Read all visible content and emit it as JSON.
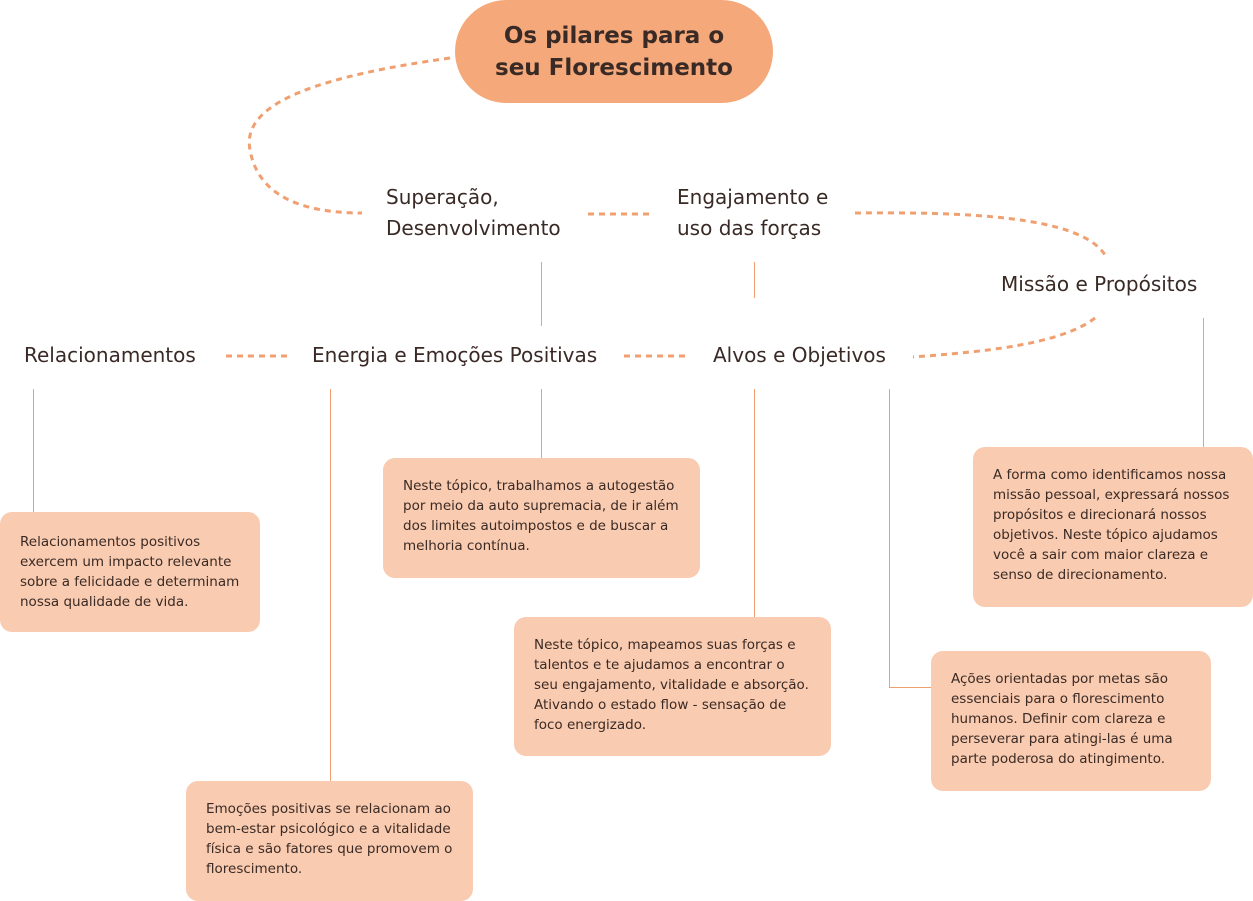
{
  "title": "Os pilares para o\nseu Florescimento",
  "pillars": {
    "superacao": "Superação,\nDesenvolvimento",
    "engajamento": "Engajamento e\nuso das forças",
    "missao": "Missão e Propósitos",
    "relacionamentos": "Relacionamentos",
    "energia": "Energia e Emoções Positivas",
    "alvos": "Alvos e Objetivos"
  },
  "descriptions": {
    "relacionamentos": "Relacionamentos positivos exercem um impacto relevante sobre a felicidade e determinam nossa qualidade de vida.",
    "superacao": "Neste tópico, trabalhamos a autogestão por meio da auto supremacia, de ir além dos limites autoimpostos e de buscar a melhoria contínua.",
    "engajamento": "Neste tópico, mapeamos suas forças e talentos e te ajudamos a encontrar o seu engajamento, vitalidade e absorção. Ativando o estado flow - sensação de foco energizado.",
    "alvos": "Ações orientadas por metas são essenciais para o florescimento humanos. Definir com clareza e perseverar para atingi-las é uma parte poderosa do atingimento.",
    "missao": "A forma como identificamos nossa missão pessoal, expressará nossos propósitos e direcionará nossos objetivos. Neste tópico ajudamos você a sair com maior clareza e senso de direcionamento.",
    "energia": "Emoções positivas se relacionam ao bem-estar psicológico e a vitalidade física e são fatores que promovem o florescimento."
  },
  "colors": {
    "title_fill": "#F5A97A",
    "box_fill": "#F9CBB0",
    "line": "#F0A070",
    "text": "#3a2a25"
  }
}
